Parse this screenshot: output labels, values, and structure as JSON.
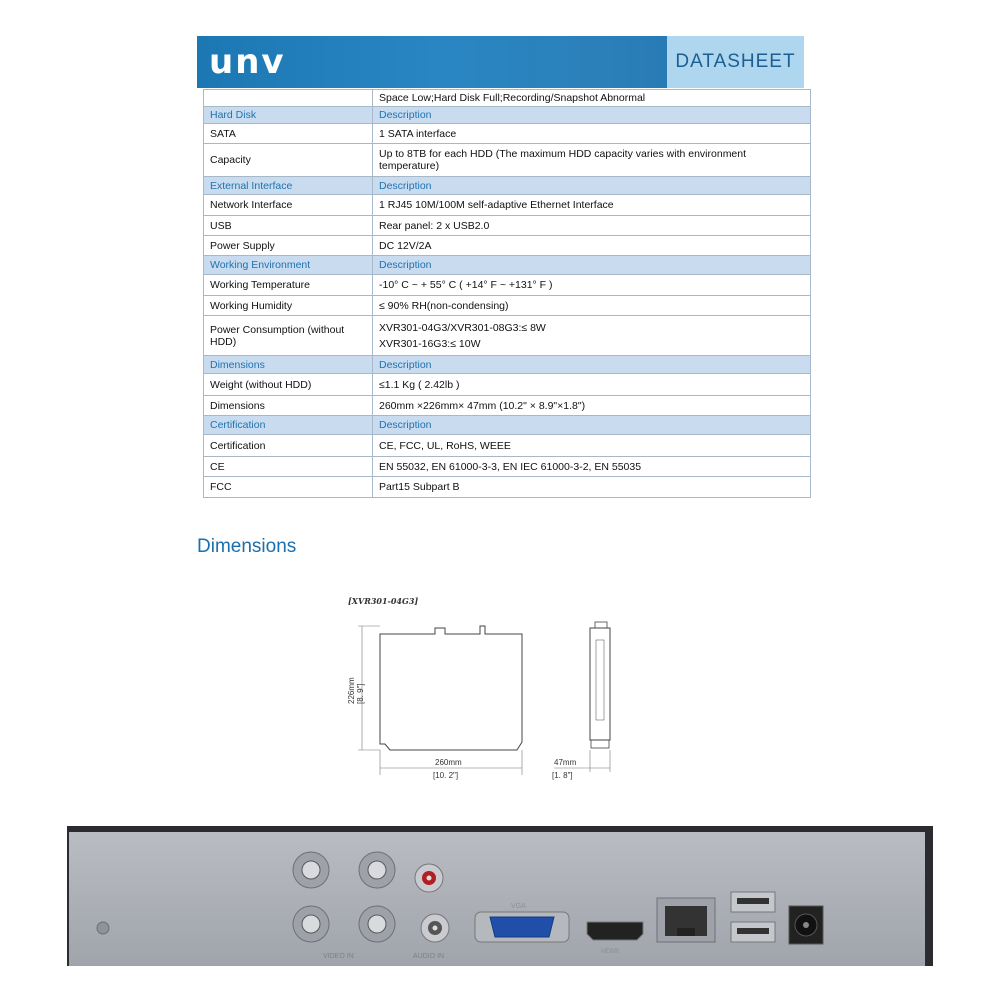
{
  "header": {
    "logo": "unv",
    "badge": "DATASHEET"
  },
  "table": {
    "rows": [
      {
        "type": "row",
        "label": "",
        "value": [
          "Space Low;Hard Disk Full;Recording/Snapshot Abnormal"
        ],
        "h": 17
      },
      {
        "type": "sec",
        "label": "Hard Disk",
        "value": [
          "Description"
        ],
        "h": 17
      },
      {
        "type": "row",
        "label": "SATA",
        "value": [
          "1 SATA interface"
        ],
        "h": 20
      },
      {
        "type": "row",
        "label": "Capacity",
        "value": [
          "Up to 8TB for each HDD (The maximum HDD capacity varies with environment temperature)"
        ],
        "h": 33
      },
      {
        "type": "sec",
        "label": "External Interface",
        "value": [
          "Description"
        ],
        "h": 18
      },
      {
        "type": "row",
        "label": "Network Interface",
        "value": [
          "1 RJ45 10M/100M self-adaptive Ethernet Interface"
        ],
        "h": 21
      },
      {
        "type": "row",
        "label": "USB",
        "value": [
          "Rear panel: 2 x USB2.0"
        ],
        "h": 20
      },
      {
        "type": "row",
        "label": "Power Supply",
        "value": [
          "DC 12V/2A"
        ],
        "h": 20
      },
      {
        "type": "sec",
        "label": "Working Environment",
        "value": [
          "Description"
        ],
        "h": 19
      },
      {
        "type": "row",
        "label": "Working Temperature",
        "value": [
          "-10° C ~ + 55° C ( +14° F ~ +131° F )"
        ],
        "h": 21
      },
      {
        "type": "row",
        "label": "Working Humidity",
        "value": [
          "≤ 90% RH(non-condensing)"
        ],
        "h": 20
      },
      {
        "type": "row",
        "label": "Power Consumption (without HDD)",
        "value": [
          "XVR301-04G3/XVR301-08G3:≤ 8W",
          "XVR301-16G3:≤ 10W"
        ],
        "h": 40
      },
      {
        "type": "sec",
        "label": "Dimensions",
        "value": [
          "Description"
        ],
        "h": 18
      },
      {
        "type": "row",
        "label": "Weight (without HDD)",
        "value": [
          "≤1.1 Kg ( 2.42lb )"
        ],
        "h": 22
      },
      {
        "type": "row",
        "label": "Dimensions",
        "value": [
          "260mm ×226mm× 47mm (10.2\" × 8.9\"×1.8\")"
        ],
        "h": 20
      },
      {
        "type": "sec",
        "label": "Certification",
        "value": [
          "Description"
        ],
        "h": 19
      },
      {
        "type": "row",
        "label": "Certification",
        "value": [
          "CE, FCC, UL, RoHS, WEEE"
        ],
        "h": 22
      },
      {
        "type": "row",
        "label": "CE",
        "value": [
          "EN 55032, EN 61000-3-3, EN IEC 61000-3-2, EN 55035"
        ],
        "h": 20
      },
      {
        "type": "row",
        "label": "FCC",
        "value": [
          "Part15 Subpart B"
        ],
        "h": 21
      }
    ]
  },
  "dimensions_title": "Dimensions",
  "drawing": {
    "model": "[XVR301-04G3]",
    "width_mm": "260mm",
    "width_in": "[10. 2\"]",
    "depth_mm": "226mm",
    "depth_in": "[8. 9\"]",
    "height_mm": "47mm",
    "height_in": "[1. 8\"]"
  },
  "device": {
    "video_label": "VIDEO IN",
    "audio_label": "AUDIO IN",
    "vga_label": "VGA",
    "hdmi_label": "HDMI"
  }
}
